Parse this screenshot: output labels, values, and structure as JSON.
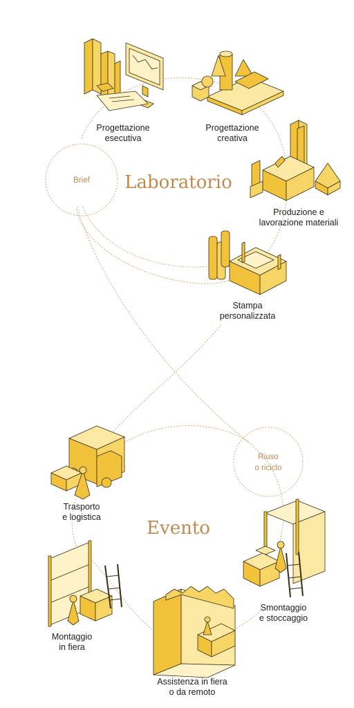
{
  "sections": {
    "laboratorio": "Laboratorio",
    "evento": "Evento"
  },
  "nodes": {
    "brief": "Brief",
    "riuso_line1": "Riuso",
    "riuso_line2": "o riciclo"
  },
  "steps": {
    "progettazione_esecutiva": [
      "Progettazione",
      "esecutiva"
    ],
    "progettazione_creativa": [
      "Progettazione",
      "creativa"
    ],
    "produzione": [
      "Produzione e",
      "lavorazione materiali"
    ],
    "stampa": [
      "Stampa",
      "personalizzata"
    ],
    "trasporto": [
      "Trasporto",
      "e logistica"
    ],
    "montaggio": [
      "Montaggio",
      "in fiera"
    ],
    "assistenza": [
      "Assistenza in fiera",
      "o da remoto"
    ],
    "smontaggio": [
      "Smontaggio",
      "e stoccaggio"
    ]
  },
  "colors": {
    "accent_text": "#c08a4e",
    "illustration_yellow": "#f2c23a",
    "dotted_line": "#d3a774"
  }
}
